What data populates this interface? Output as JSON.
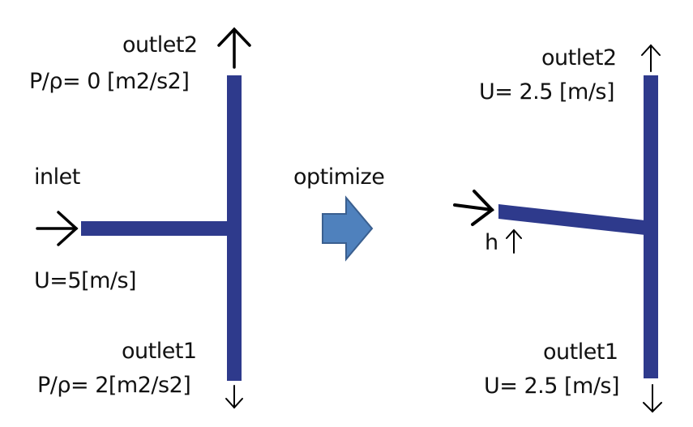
{
  "colors": {
    "pipe": "#2e3a8c",
    "block_arrow_fill": "#4f81bd",
    "block_arrow_stroke": "#3a5f8f",
    "text": "#111111"
  },
  "before": {
    "inlet_label": "inlet",
    "inlet_condition": "U=5[m/s]",
    "outlet2_label": "outlet2",
    "outlet2_condition": "P/ρ= 0 [m2/s2]",
    "outlet1_label": "outlet1",
    "outlet1_condition": "P/ρ= 2[m2/s2]"
  },
  "transition": {
    "label": "optimize",
    "icon": "block-arrow-right-icon"
  },
  "after": {
    "outlet2_label": "outlet2",
    "outlet2_condition": "U= 2.5 [m/s]",
    "outlet1_label": "outlet1",
    "outlet1_condition": "U= 2.5 [m/s]",
    "height_label": "h",
    "height_icon": "arrow-up-icon"
  }
}
